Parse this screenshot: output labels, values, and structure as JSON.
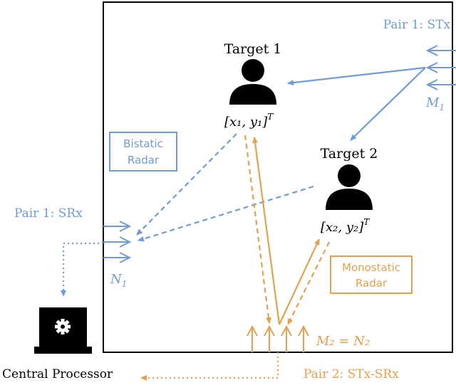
{
  "labels": {
    "target1": "Target 1",
    "target2": "Target 2",
    "pair1_stx": "Pair 1: STx",
    "pair1_srx": "Pair 1: SRx",
    "pair2": "Pair 2: STx-SRx",
    "central_processor": "Central Processor",
    "bistatic_line1": "Bistatic",
    "bistatic_line2": "Radar",
    "monostatic_line1": "Monostatic",
    "monostatic_line2": "Radar"
  },
  "math": {
    "target1_coord": "[x₁, y₁]",
    "target2_coord": "[x₂, y₂]",
    "transpose": "T",
    "m1": "M",
    "m1_sub": "1",
    "n1": "N",
    "n1_sub": "1",
    "m2n2": "M₂ = N₂"
  },
  "colors": {
    "blue": "#6f9bd6",
    "orange": "#e0a150",
    "black": "#000000"
  },
  "icons": {
    "target": "person-icon",
    "processor": "laptop-gear-icon",
    "antenna": "antenna-icon"
  }
}
